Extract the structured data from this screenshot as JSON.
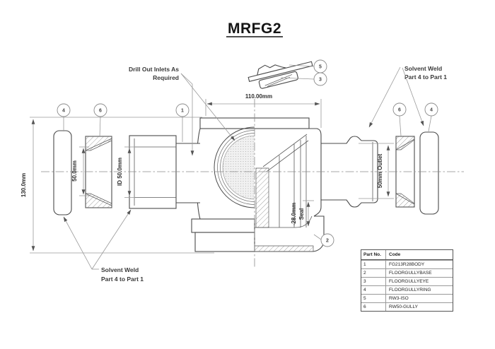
{
  "title": "MRFG2",
  "colors": {
    "outline": "#4a4a4a",
    "dimension_line": "#9a9a9a",
    "text": "#3a3a3a",
    "background": "#ffffff"
  },
  "labels": {
    "drill_out": {
      "line1": "Drill Out Inlets As",
      "line2": "Required"
    },
    "solvent_weld_top": {
      "line1": "Solvent Weld",
      "line2": "Part 4 to Part 1"
    },
    "solvent_weld_bottom": {
      "line1": "Solvent Weld",
      "line2": "Part 4 to Part 1"
    }
  },
  "dimensions": {
    "overall_height": "130.0mm",
    "overall_width": "110.00mm",
    "ring_bore": "50.0mm",
    "inlet_bore": "ID 50.0mm",
    "outlet": "50mm Outlet",
    "seal_depth": "-28.0mm",
    "seal_word": "Seal"
  },
  "balloons": [
    "4",
    "6",
    "1",
    "5",
    "3",
    "6",
    "4",
    "2"
  ],
  "parts_table": {
    "headers": [
      "Part No.",
      "Code"
    ],
    "rows": [
      {
        "no": "1",
        "code": "FG213R28BODY"
      },
      {
        "no": "2",
        "code": "FLOORGULLYBASE"
      },
      {
        "no": "3",
        "code": "FLOORGULLYEYE"
      },
      {
        "no": "4",
        "code": "FLOORGULLYRING"
      },
      {
        "no": "5",
        "code": "RW3-ISO"
      },
      {
        "no": "6",
        "code": "RW50-GULLY"
      }
    ]
  }
}
